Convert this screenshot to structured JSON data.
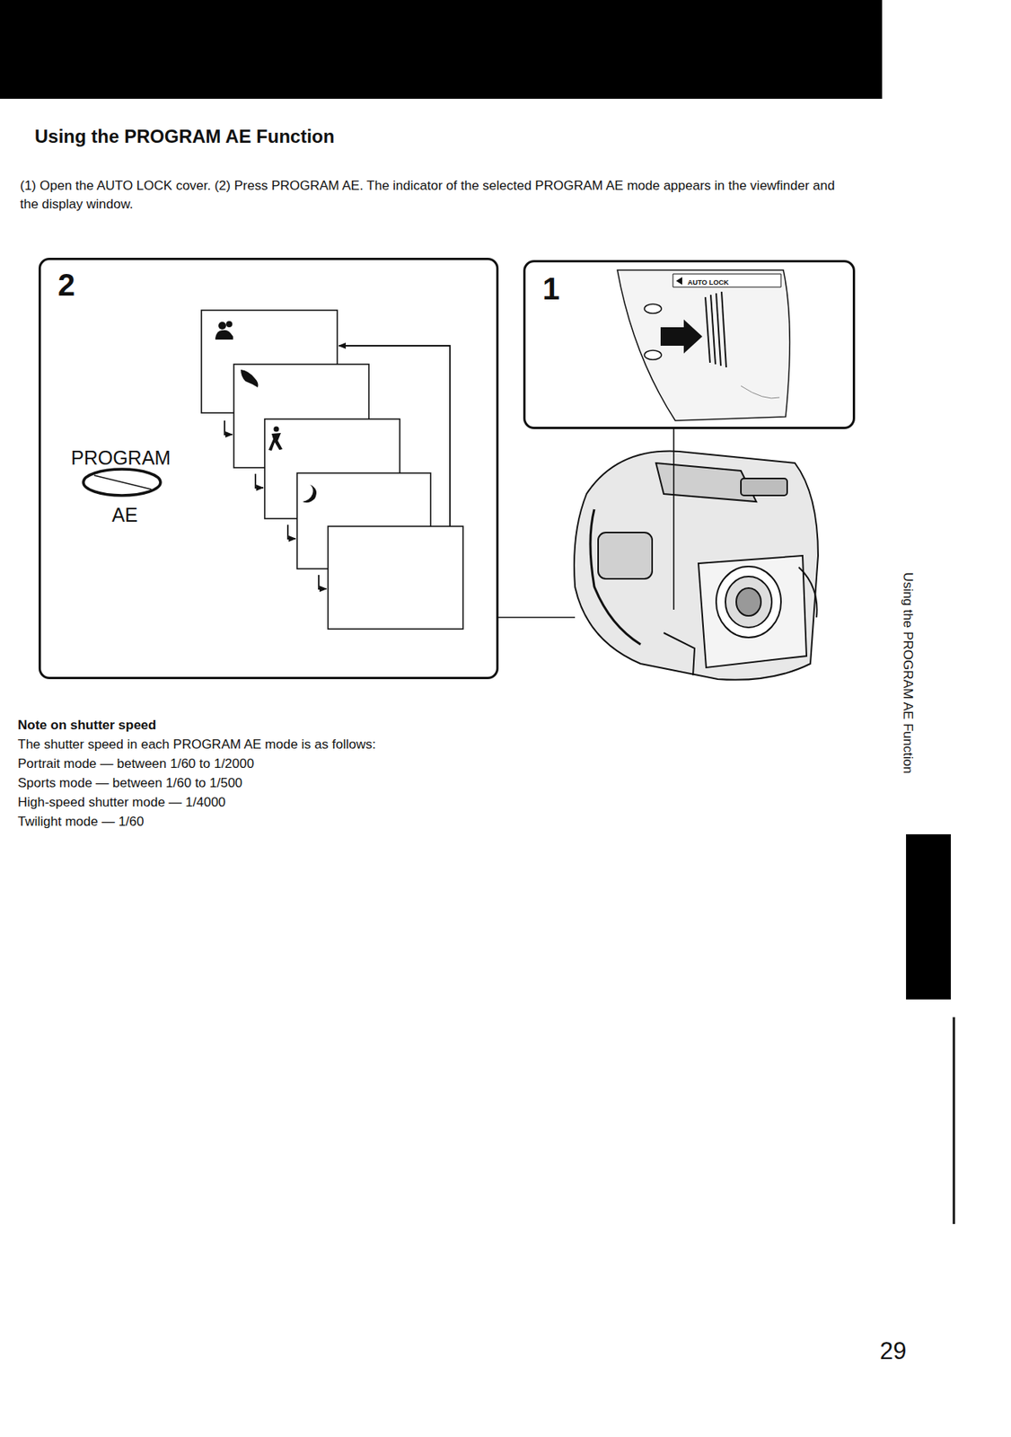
{
  "diagram": {
    "title": "Using the PROGRAM AE Function",
    "nodes": [
      {
        "text": [
          "2",
          "PROGRAM",
          "AE"
        ]
      },
      {
        "text": [
          "1",
          "AUTO LOCK"
        ]
      }
    ],
    "labels": [
      "(1) Open the AUTO LOCK cover. (2) Press PROGRAM AE. The indicator of the selected PROGRAM AE mode appears in the viewfinder and the display window.",
      "Note on shutter speed",
      "The shutter speed in each PROGRAM AE mode is as follows:",
      "Portrait mode — between 1/60 to 1/2000",
      "Sports mode — between 1/60 to 1/500",
      "High-speed shutter mode — 1/4000",
      "Twilight mode — 1/60",
      "Using the PROGRAM AE Function",
      "29"
    ]
  }
}
